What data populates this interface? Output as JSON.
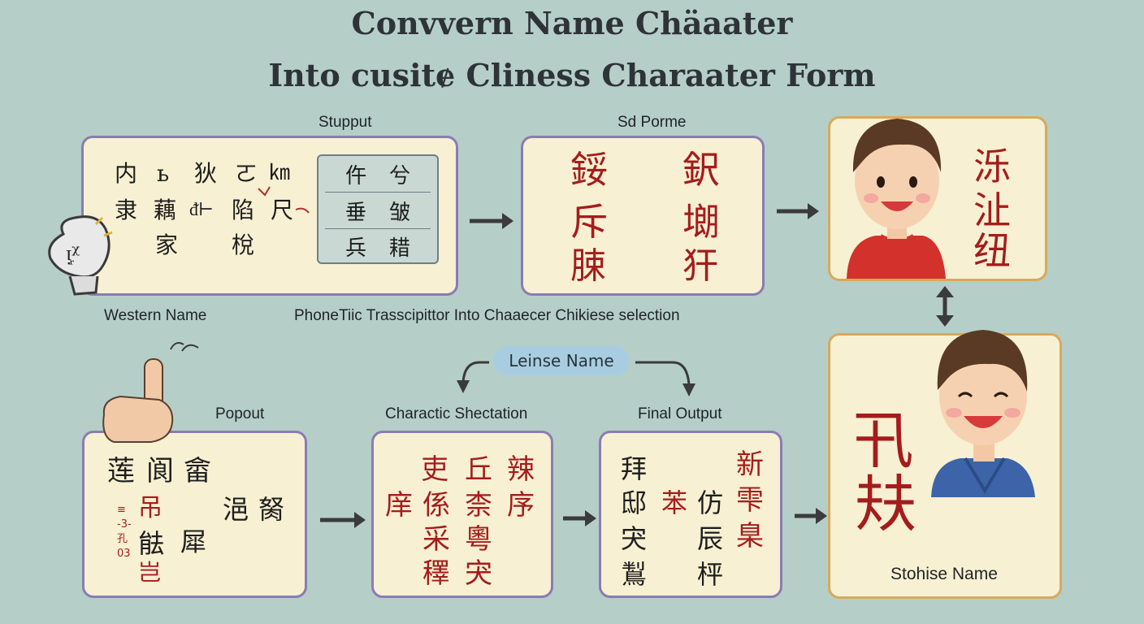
{
  "title_line1": "Convvern Name Chäaater",
  "title_line2": "Into cusitɇ Cliness Charaater Form",
  "labels": {
    "stupput": "Stupput",
    "sd_porme": "Sd Porme",
    "western_name": "Western Name",
    "phonetic": "PhoneTiic Trasscipittor Into Chaaecer Chikiese selection",
    "leinse_name": "Leinse Name",
    "popout": "Popout",
    "charactic": "Charactic Shectation",
    "final_output": "Final Output",
    "stohise_name": "Stohise Name"
  },
  "bubble_char": "ᴉ᷊ᵡ",
  "box1": {
    "chars": [
      [
        "内",
        "ь",
        "狄",
        "ㄛ",
        "㎞"
      ],
      [
        "隶",
        "藕",
        "ᵭ⊢",
        "陷",
        "尺"
      ],
      [
        "",
        "",
        "家",
        "",
        "梲"
      ]
    ],
    "table_rows": [
      [
        "仵",
        "兮"
      ],
      [
        "垂",
        "皱"
      ],
      [
        "兵",
        "耤"
      ]
    ]
  },
  "box2": {
    "chars": [
      "鋖",
      "鈬",
      "斥",
      "㙟",
      "脨",
      "犴"
    ]
  },
  "box3": {
    "chars": [
      "泺",
      "沚",
      "纽"
    ]
  },
  "box4": {
    "chars": [
      "莲",
      "阆",
      "畲",
      "吊",
      "浥",
      "胬",
      "䏻",
      "犀",
      "岂"
    ],
    "tick_marks": "≡\n-3-\n孔\n03"
  },
  "box5": {
    "chars": [
      "吏",
      "丘",
      "辣",
      "庠",
      "係",
      "柰",
      "序",
      "采",
      "粵",
      "䆁",
      "宊"
    ]
  },
  "box6": {
    "chars": [
      "拜",
      "新",
      "邸",
      "苯",
      "仿",
      "雫",
      "宊",
      "辰",
      "臬",
      "鵥",
      "枰"
    ]
  },
  "box7": {
    "chars": [
      "卂",
      "㚘"
    ]
  },
  "colors": {
    "background": "#b5cec8",
    "box_fill": "#f7f0d2",
    "box_border_purple": "#8a7cb3",
    "box_border_gold": "#d9a95c",
    "char_red": "#a51c1c",
    "pill": "#a9cde0",
    "shirt_red": "#d3312c",
    "shirt_blue": "#3d64a8"
  }
}
